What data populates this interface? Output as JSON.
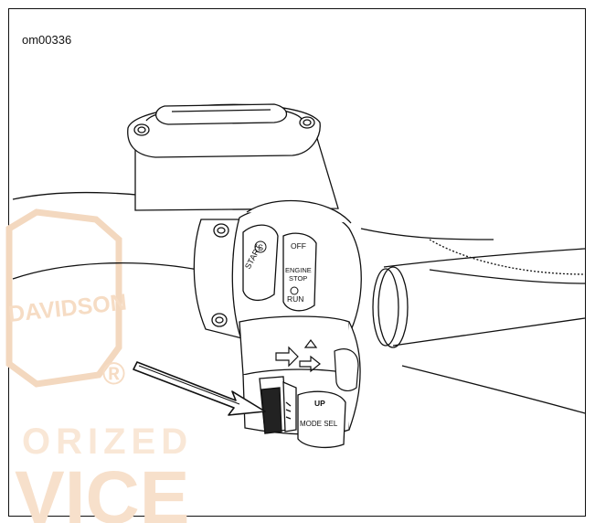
{
  "figure": {
    "id": "om00336"
  },
  "watermark": {
    "brand": "DAVIDSON",
    "line_top": "ORIZED",
    "line_bottom": "VICE",
    "registered": "®",
    "color": "#f6dcc4"
  },
  "switch_labels": {
    "start": "START",
    "start_symbol": "S",
    "off": "OFF",
    "engine": "ENGINE",
    "stop": "STOP",
    "run": "RUN",
    "up": "UP",
    "mode_sel": "MODE SEL"
  },
  "colors": {
    "line": "#111111",
    "arrow_fill": "#ffffff"
  }
}
